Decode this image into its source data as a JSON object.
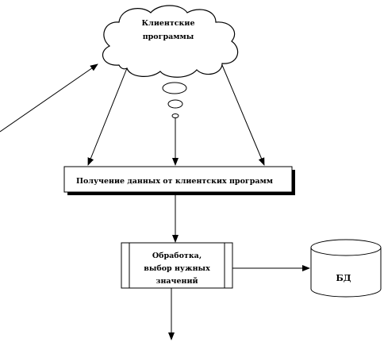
{
  "nodes": {
    "cloud": {
      "label_line1": "Клиентские",
      "label_line2": "программы"
    },
    "receive": {
      "label": "Получение данных  от клиентских  программ"
    },
    "process": {
      "label_line1": "Обработка,",
      "label_line2": "выбор нужных",
      "label_line3": "значений"
    },
    "database": {
      "label": "БД"
    }
  },
  "colors": {
    "stroke": "#000000",
    "fill": "#ffffff",
    "shadow": "#000000"
  }
}
